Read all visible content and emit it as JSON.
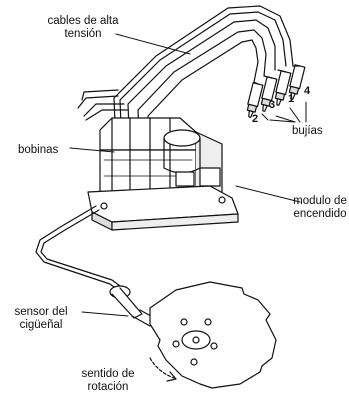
{
  "labels": {
    "cables": [
      "cables de alta",
      "tensión"
    ],
    "bujias": "bujías",
    "bobinas": "bobinas",
    "modulo": [
      "modulo de",
      "encendido"
    ],
    "sensor": [
      "sensor del",
      "cigüeñal"
    ],
    "sentido": [
      "sentido de",
      "rotación"
    ],
    "plug_numbers": [
      "1",
      "2",
      "3",
      "4"
    ]
  },
  "colors": {
    "ink": "#111111",
    "paper": "#ffffff",
    "shade": "#d9d9d9"
  }
}
